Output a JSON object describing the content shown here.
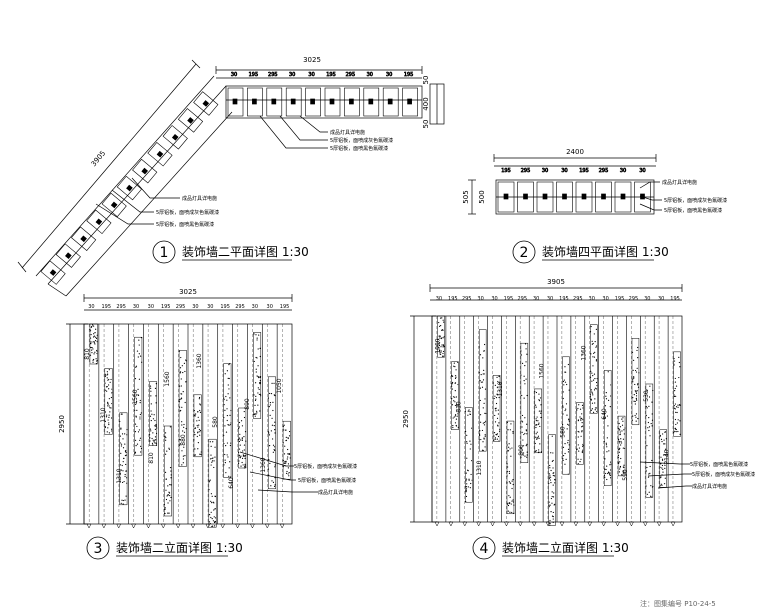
{
  "drawings": [
    {
      "num": "1",
      "title": "装饰墙二平面详图 1:30",
      "overall_dim": "3025",
      "diag_dim": "3905",
      "side_dims": [
        "50",
        "400",
        "50"
      ],
      "notes": [
        "成品灯具详电施",
        "5厚铝板，面喷成灰色氟碳漆",
        "5厚铝板，面喷黑色氟碳漆"
      ]
    },
    {
      "num": "2",
      "title": "装饰墙四平面详图 1:30",
      "overall_dim": "2400",
      "side_dims": [
        "505",
        "500"
      ],
      "notes": [
        "成品灯具详电施",
        "5厚铝板，面喷成灰色氟碳漆",
        "5厚铝板，面喷黑色氟碳漆"
      ]
    },
    {
      "num": "3",
      "title": "装饰墙二立面详图 1:30",
      "overall_dim": "3025",
      "height_dim": "2950",
      "segment_labels": [
        "810",
        "1310",
        "1310",
        "1560",
        "810",
        "1560",
        "880",
        "1360",
        "580",
        "640",
        "890",
        "1360",
        "1050"
      ],
      "notes": [
        "5厚铝板，面喷成灰色氟碳漆",
        "5厚铝板，面喷黑色氟碳漆",
        "成品灯具详电施"
      ]
    },
    {
      "num": "4",
      "title": "装饰墙二立面详图 1:30",
      "overall_dim": "3905",
      "height_dim": "2950",
      "segment_labels": [
        "1060",
        "810",
        "1310",
        "1310",
        "800",
        "1560",
        "580",
        "1360",
        "640",
        "590",
        "530",
        "2140"
      ],
      "notes": [
        "5厚铝板，面喷黑色氟碳漆",
        "5厚铝板，面喷成灰色氟碳漆",
        "成品灯具详电施"
      ]
    }
  ],
  "small_dims": [
    "30",
    "195",
    "295",
    "30"
  ],
  "footer_fragment": "注：图集编号 P10-24-5"
}
